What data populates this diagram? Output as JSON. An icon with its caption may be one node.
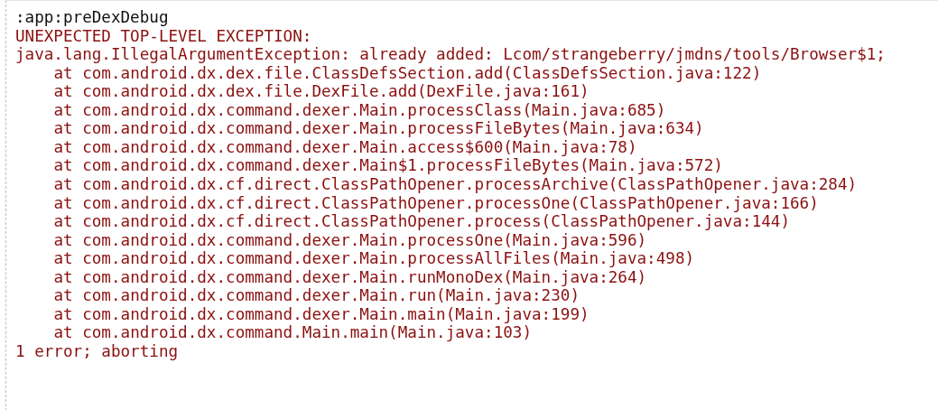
{
  "diagram": {
    "labels": [
      ":app:preDexDebug",
      "UNEXPECTED TOP-LEVEL EXCEPTION:",
      "java.lang.IllegalArgumentException: already added: Lcom/strangeberry/jmdns/tools/Browser$1;",
      "at com.android.dx.dex.file.ClassDefsSection.add(ClassDefsSection.java:122)",
      "at com.android.dx.dex.file.DexFile.add(DexFile.java:161)",
      "at com.android.dx.command.dexer.Main.processClass(Main.java:685)",
      "at com.android.dx.command.dexer.Main.processFileBytes(Main.java:634)",
      "at com.android.dx.command.dexer.Main.access$600(Main.java:78)",
      "at com.android.dx.command.dexer.Main$1.processFileBytes(Main.java:572)",
      "at com.android.dx.cf.direct.ClassPathOpener.processArchive(ClassPathOpener.java:284)",
      "at com.android.dx.cf.direct.ClassPathOpener.processOne(ClassPathOpener.java:166)",
      "at com.android.dx.cf.direct.ClassPathOpener.process(ClassPathOpener.java:144)",
      "at com.android.dx.command.dexer.Main.processOne(Main.java:596)",
      "at com.android.dx.command.dexer.Main.processAllFiles(Main.java:498)",
      "at com.android.dx.command.dexer.Main.runMonoDex(Main.java:264)",
      "at com.android.dx.command.dexer.Main.run(Main.java:230)",
      "at com.android.dx.command.dexer.Main.main(Main.java:199)",
      "at com.android.dx.command.Main.main(Main.java:103)",
      "1 error; aborting"
    ]
  }
}
